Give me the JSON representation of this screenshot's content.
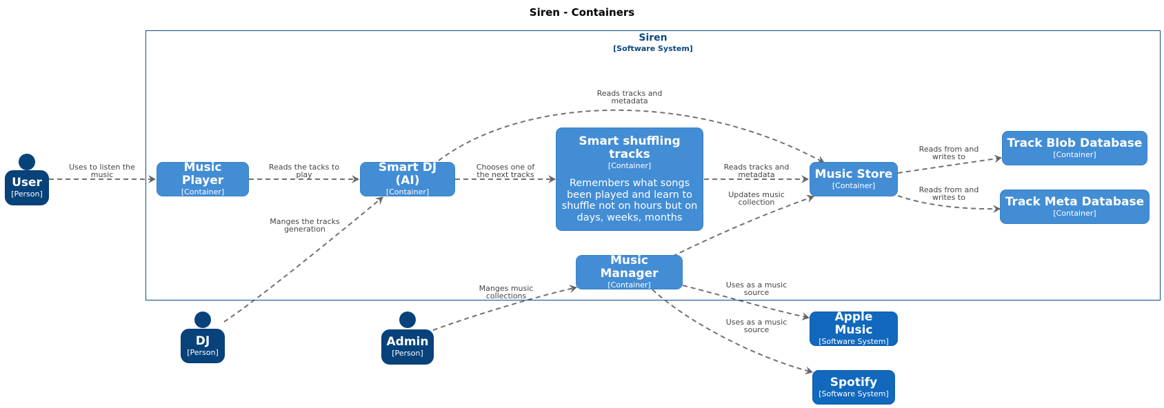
{
  "diagram": {
    "title": "Siren - Containers",
    "boundary": {
      "name": "Siren",
      "type": "[Software System]"
    },
    "nodes": {
      "user": {
        "name": "User",
        "type": "[Person]"
      },
      "dj": {
        "name": "DJ",
        "type": "[Person]"
      },
      "admin": {
        "name": "Admin",
        "type": "[Person]"
      },
      "music_player": {
        "name": "Music Player",
        "type": "[Container]"
      },
      "smart_dj": {
        "name": "Smart DJ (AI)",
        "type": "[Container]"
      },
      "smart_shuffling": {
        "name": "Smart shuffling tracks",
        "type": "[Container]",
        "description": "Remembers what songs been played and learn to shuffle not on hours but on days, weeks, months"
      },
      "music_store": {
        "name": "Music Store",
        "type": "[Container]"
      },
      "music_manager": {
        "name": "Music Manager",
        "type": "[Container]"
      },
      "track_blob_db": {
        "name": "Track Blob Database",
        "type": "[Container]"
      },
      "track_meta_db": {
        "name": "Track Meta Database",
        "type": "[Container]"
      },
      "apple_music": {
        "name": "Apple Music",
        "type": "[Software System]"
      },
      "spotify": {
        "name": "Spotify",
        "type": "[Software System]"
      }
    },
    "relations": {
      "user_player": "Uses to listen the\nmusic",
      "player_dj": "Reads the tacks to\nplay",
      "dj_shuffle": "Chooses one of\nthe next tracks",
      "dj_store": "Reads tracks and\nmetadata",
      "shuffle_store": "Reads tracks and\nmetadata",
      "store_blob": "Reads from and\nwrites to",
      "store_meta": "Reads from and\nwrites to",
      "manager_store": "Updates music\ncollection",
      "djperson_smartdj": "Manges the tracks\ngeneration",
      "admin_manager": "Manges music\ncollections",
      "manager_apple": "Uses as a music\nsource",
      "manager_spotify": "Uses as a music\nsource"
    }
  }
}
